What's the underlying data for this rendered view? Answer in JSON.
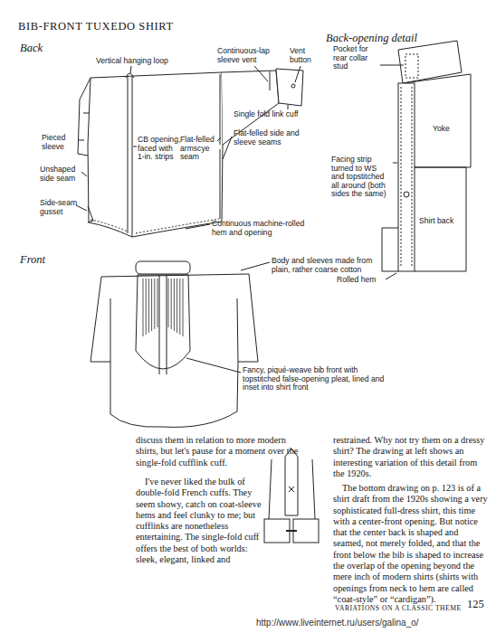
{
  "diagram": {
    "title": "BIB-FRONT TUXEDO SHIRT",
    "labels": [
      "Back",
      "Back-opening detail",
      "Vertical hanging loop",
      "Continuous-lap sleeve vent",
      "Vent button",
      "Pieced sleeve",
      "CB opening, faced with 1-in. strips",
      "Flat-felled armscye seam",
      "Single fold link cuff",
      "Flat-felled side and sleeve seams",
      "Unshaped side seam",
      "Side-seam gusset",
      "Continuous machine-rolled hem and opening",
      "Pocket for rear collar stud",
      "Yoke",
      "Facing strip turned to WS and topstitched all around (both sides the same)",
      "Shirt back",
      "Rolled hem",
      "Front",
      "Body and sleeves made from plain, rather coarse cotton",
      "Fancy, piqué-weave bib front with topstitched false-opening pleat, lined and inset into shirt front",
      "discuss them in relation to more modern shirts, but let's pause for a moment over the single-fold cufflink cuff.",
      "I've never liked the bulk of double-fold French cuffs. They seem showy, catch on coat-sleeve hems and feel clunky to me; but cufflinks are nonetheless entertaining. The single-fold cuff offers the best of both worlds: sleek, elegant, linked and",
      "restrained. Why not try them on a dressy shirt? The drawing at left shows an interesting variation of this detail from the 1920s.",
      "The bottom drawing on p. 123 is of a shirt draft from the 1920s showing a very sophisticated full-dress shirt, this time with a center-front opening. But notice that the center back is shaped and seamed, not merely folded, and that the front below the bib is shaped to increase the overlap of the opening beyond the mere inch of modern shirts (shirts with openings from neck to hem are called “coat-style” or “cardigan”).",
      "VARIATIONS ON A CLASSIC THEME",
      "125",
      "http://www.liveinternet.ru/users/galina_o/"
    ]
  }
}
